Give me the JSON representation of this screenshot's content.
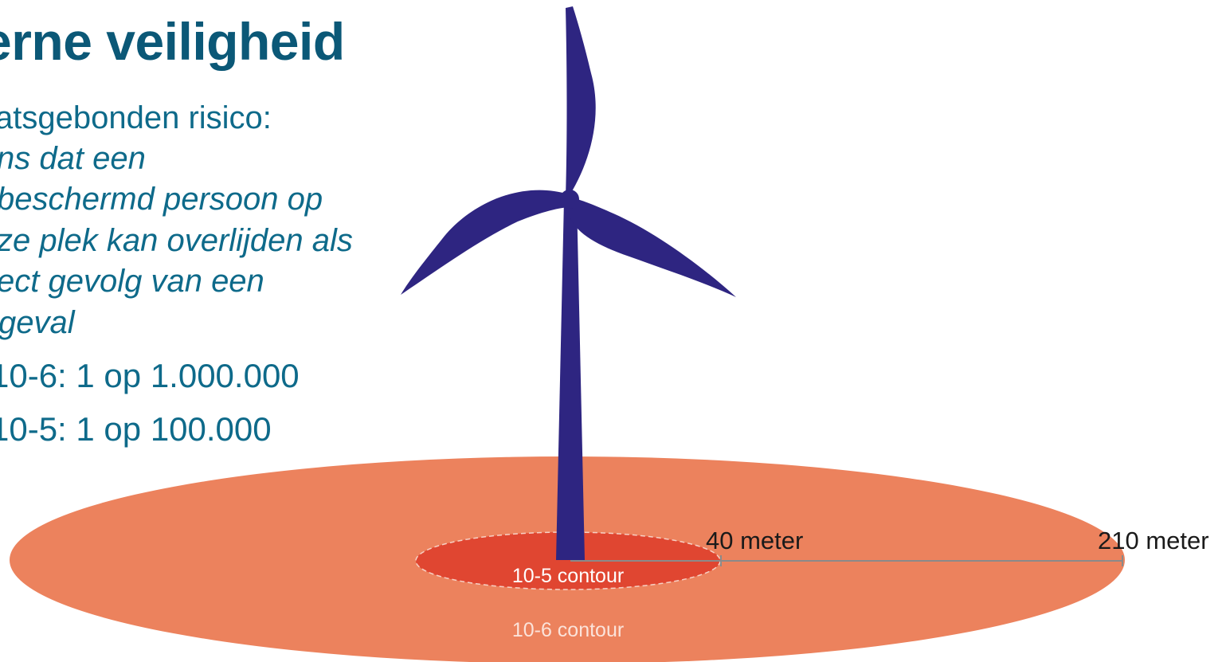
{
  "title": "erne veiligheid",
  "risk_text": {
    "heading": "atsgebonden  risico:",
    "definition_lines": [
      "ns dat een",
      "beschermd persoon op",
      "ze plek kan overlijden als",
      "ect gevolg van een",
      "geval"
    ],
    "values": [
      "10-6: 1 op 1.000.000",
      "10-5: 1 op 100.000"
    ]
  },
  "diagram": {
    "outer_contour_label": "10-6 contour",
    "inner_contour_label": "10-5 contour",
    "inner_distance_label": "40 meter",
    "outer_distance_label": "210 meter",
    "colors": {
      "outer_contour": "#ec825d",
      "inner_contour": "#e04631",
      "turbine": "#2e2581",
      "contour_text": "#ffffff",
      "measure_line": "#8a8a8a"
    }
  }
}
